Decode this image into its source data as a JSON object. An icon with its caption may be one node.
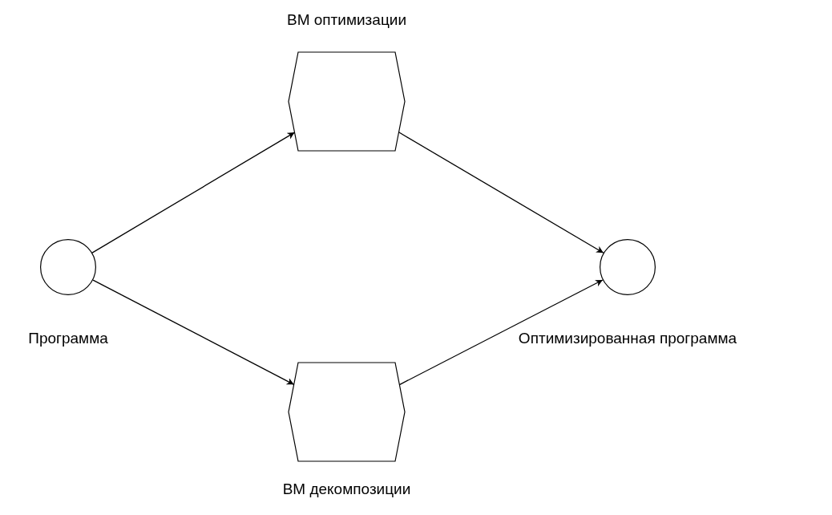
{
  "diagram": {
    "nodes": [
      {
        "text": [
          "Программа"
        ]
      },
      {
        "text": [
          "ВМ оптимизации"
        ]
      },
      {
        "text": [
          "ВМ декомпозиции"
        ]
      },
      {
        "text": [
          "Оптимизированная программа"
        ]
      }
    ],
    "edges": [
      {
        "from": 0,
        "to": 1,
        "arrow": "to"
      },
      {
        "from": 0,
        "to": 2,
        "arrow": "to"
      },
      {
        "from": 1,
        "to": 3,
        "arrow": "to"
      },
      {
        "from": 2,
        "to": 3,
        "arrow": "to"
      }
    ]
  }
}
